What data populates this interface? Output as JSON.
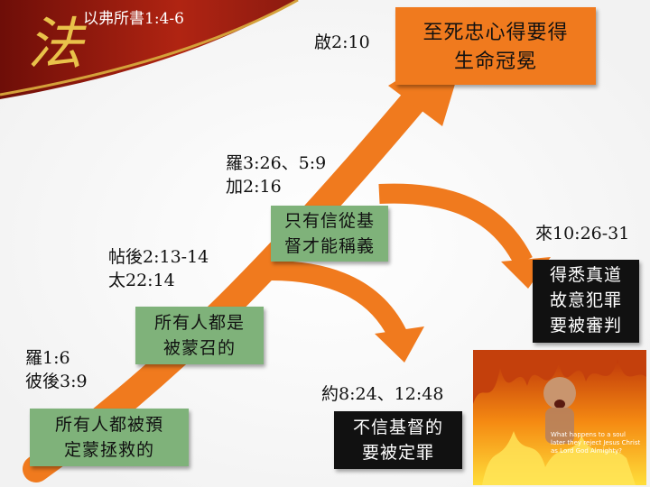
{
  "header": {
    "ref": "以弗所書1:4-6"
  },
  "refs": {
    "rev": "啟2:10",
    "rom_gal_1": "羅3:26、5:9",
    "rom_gal_2": "加2:16",
    "heb_1": "來10:26-31",
    "tim_1": "帖後2:13-14",
    "tim_2": "太22:14",
    "rom_pet_1": "羅1:6",
    "rom_pet_2": "彼後3:9",
    "john": "約8:24、12:48"
  },
  "boxes": {
    "crown_1": "至死忠心得要得",
    "crown_2": "生命冠冕",
    "faith_1": "只有信從基",
    "faith_2": "督才能稱義",
    "judged_1": "得悉真道",
    "judged_2": "故意犯罪",
    "judged_3": "要被審判",
    "called_1": "所有人都是",
    "called_2": "被蒙召的",
    "predestined_1": "所有人都被預",
    "predestined_2": "定蒙拯救的",
    "condemned_1": "不信基督的",
    "condemned_2": "要被定罪"
  },
  "image_caption": "What happens to a soul later they reject Jesus Christ as Lord God Almighty?",
  "colors": {
    "arrow": "#f07a1e",
    "header": "#8b1a10",
    "green": "#7fb27a",
    "black": "#111111"
  }
}
